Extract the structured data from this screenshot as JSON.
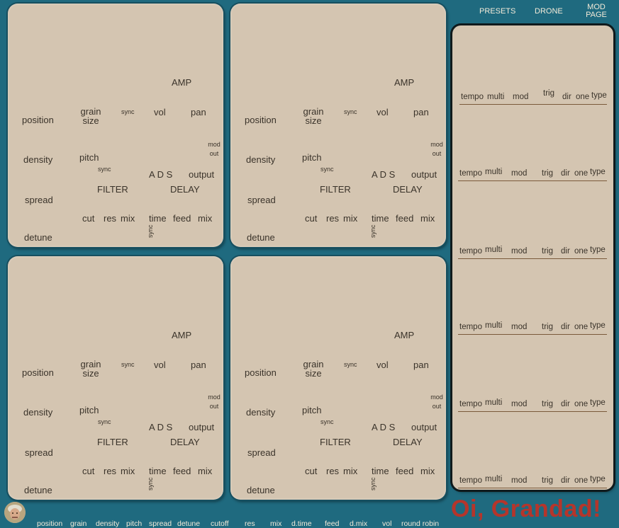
{
  "nav": {
    "presets": "PRESETS",
    "drone": "DRONE",
    "mod_page": "MOD PAGE"
  },
  "engine": {
    "amp": "AMP",
    "position": "position",
    "grain_size": "grain size",
    "sync": "sync",
    "vol": "vol",
    "pan": "pan",
    "density": "density",
    "pitch": "pitch",
    "mod_out": "mod out",
    "ads": "A D S",
    "output": "output",
    "spread": "spread",
    "filter": "FILTER",
    "delay": "DELAY",
    "cut": "cut",
    "res": "res",
    "mix": "mix",
    "time": "time",
    "feed": "feed",
    "detune": "detune"
  },
  "mod_rows": {
    "tempo": "tempo",
    "multi": "multi",
    "mod": "mod",
    "trig": "trig",
    "dir": "dir",
    "one": "one",
    "type": "type"
  },
  "bottom_bar": [
    "position",
    "grain",
    "density",
    "pitch",
    "spread",
    "detune",
    "cutoff",
    "res",
    "mix",
    "d.time",
    "feed",
    "d.mix",
    "vol",
    "round robin"
  ],
  "brand": "Oi, Grandad!",
  "colors": {
    "background": "#1f6a7f",
    "panel": "#d4c5b1",
    "brand": "#b5352b"
  }
}
